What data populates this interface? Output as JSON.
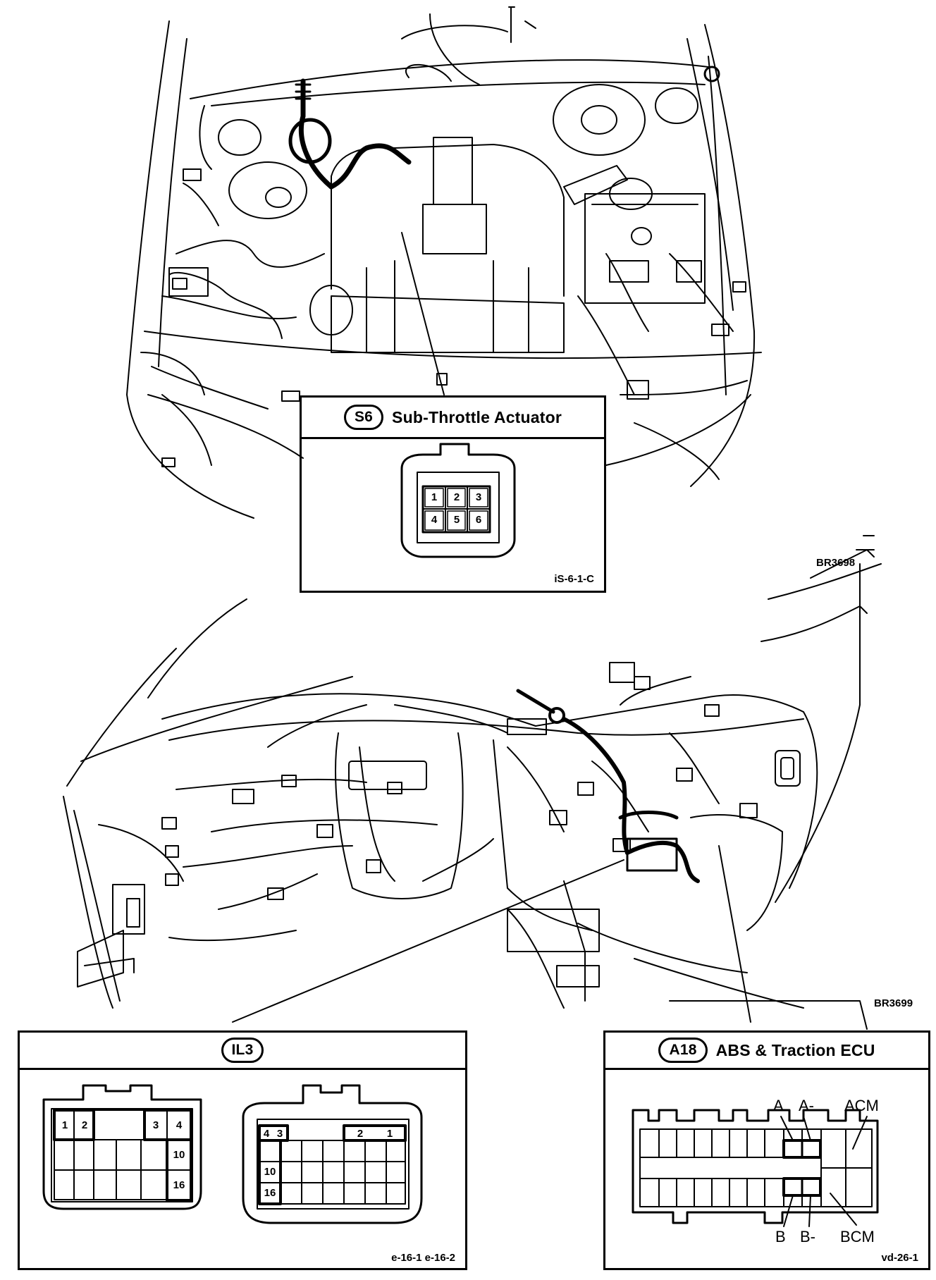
{
  "top_drawing": {
    "ref": "BR3698"
  },
  "bottom_drawing": {
    "ref": "BR3699"
  },
  "connectors": {
    "s6": {
      "badge": "S6",
      "title": "Sub-Throttle Actuator",
      "pins": [
        "1",
        "2",
        "3",
        "4",
        "5",
        "6"
      ],
      "code": "iS-6-1-C"
    },
    "il3": {
      "badge": "IL3",
      "left_pins": [
        "1",
        "2",
        "3",
        "4",
        "10",
        "16"
      ],
      "right_pins": [
        "4",
        "3",
        "2",
        "1",
        "10",
        "16"
      ],
      "code": "e-16-1  e-16-2"
    },
    "a18": {
      "badge": "A18",
      "title": "ABS & Traction ECU",
      "terminals_top": [
        "A",
        "A-",
        "ACM"
      ],
      "terminals_bottom": [
        "B",
        "B-",
        "BCM"
      ],
      "code": "vd-26-1"
    }
  }
}
